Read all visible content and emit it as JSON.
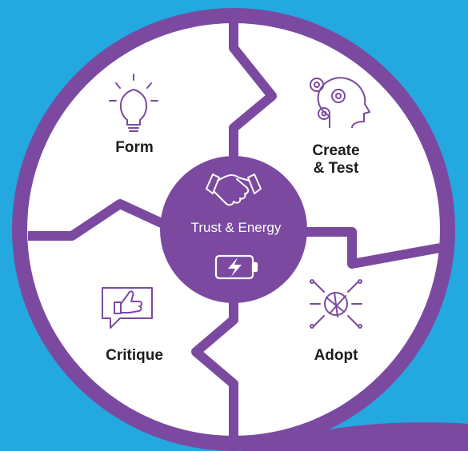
{
  "diagram": {
    "center_label": "Trust & Energy",
    "quadrants": [
      {
        "key": "form",
        "label": "Form",
        "icon": "lightbulb-icon"
      },
      {
        "key": "create_test",
        "label_line1": "Create",
        "label_line2": "& Test",
        "icon": "gears-head-icon"
      },
      {
        "key": "critique",
        "label": "Critique",
        "icon": "thumbs-up-icon"
      },
      {
        "key": "adopt",
        "label": "Adopt",
        "icon": "hands-together-icon"
      }
    ],
    "center_icons": [
      "handshake-icon",
      "battery-charging-icon"
    ],
    "colors": {
      "background": "#23a8e0",
      "ring": "#7b4aa0",
      "quadrant_fill": "#ffffff",
      "icon_stroke": "#7b4aa0",
      "center_text": "#ffffff"
    }
  }
}
